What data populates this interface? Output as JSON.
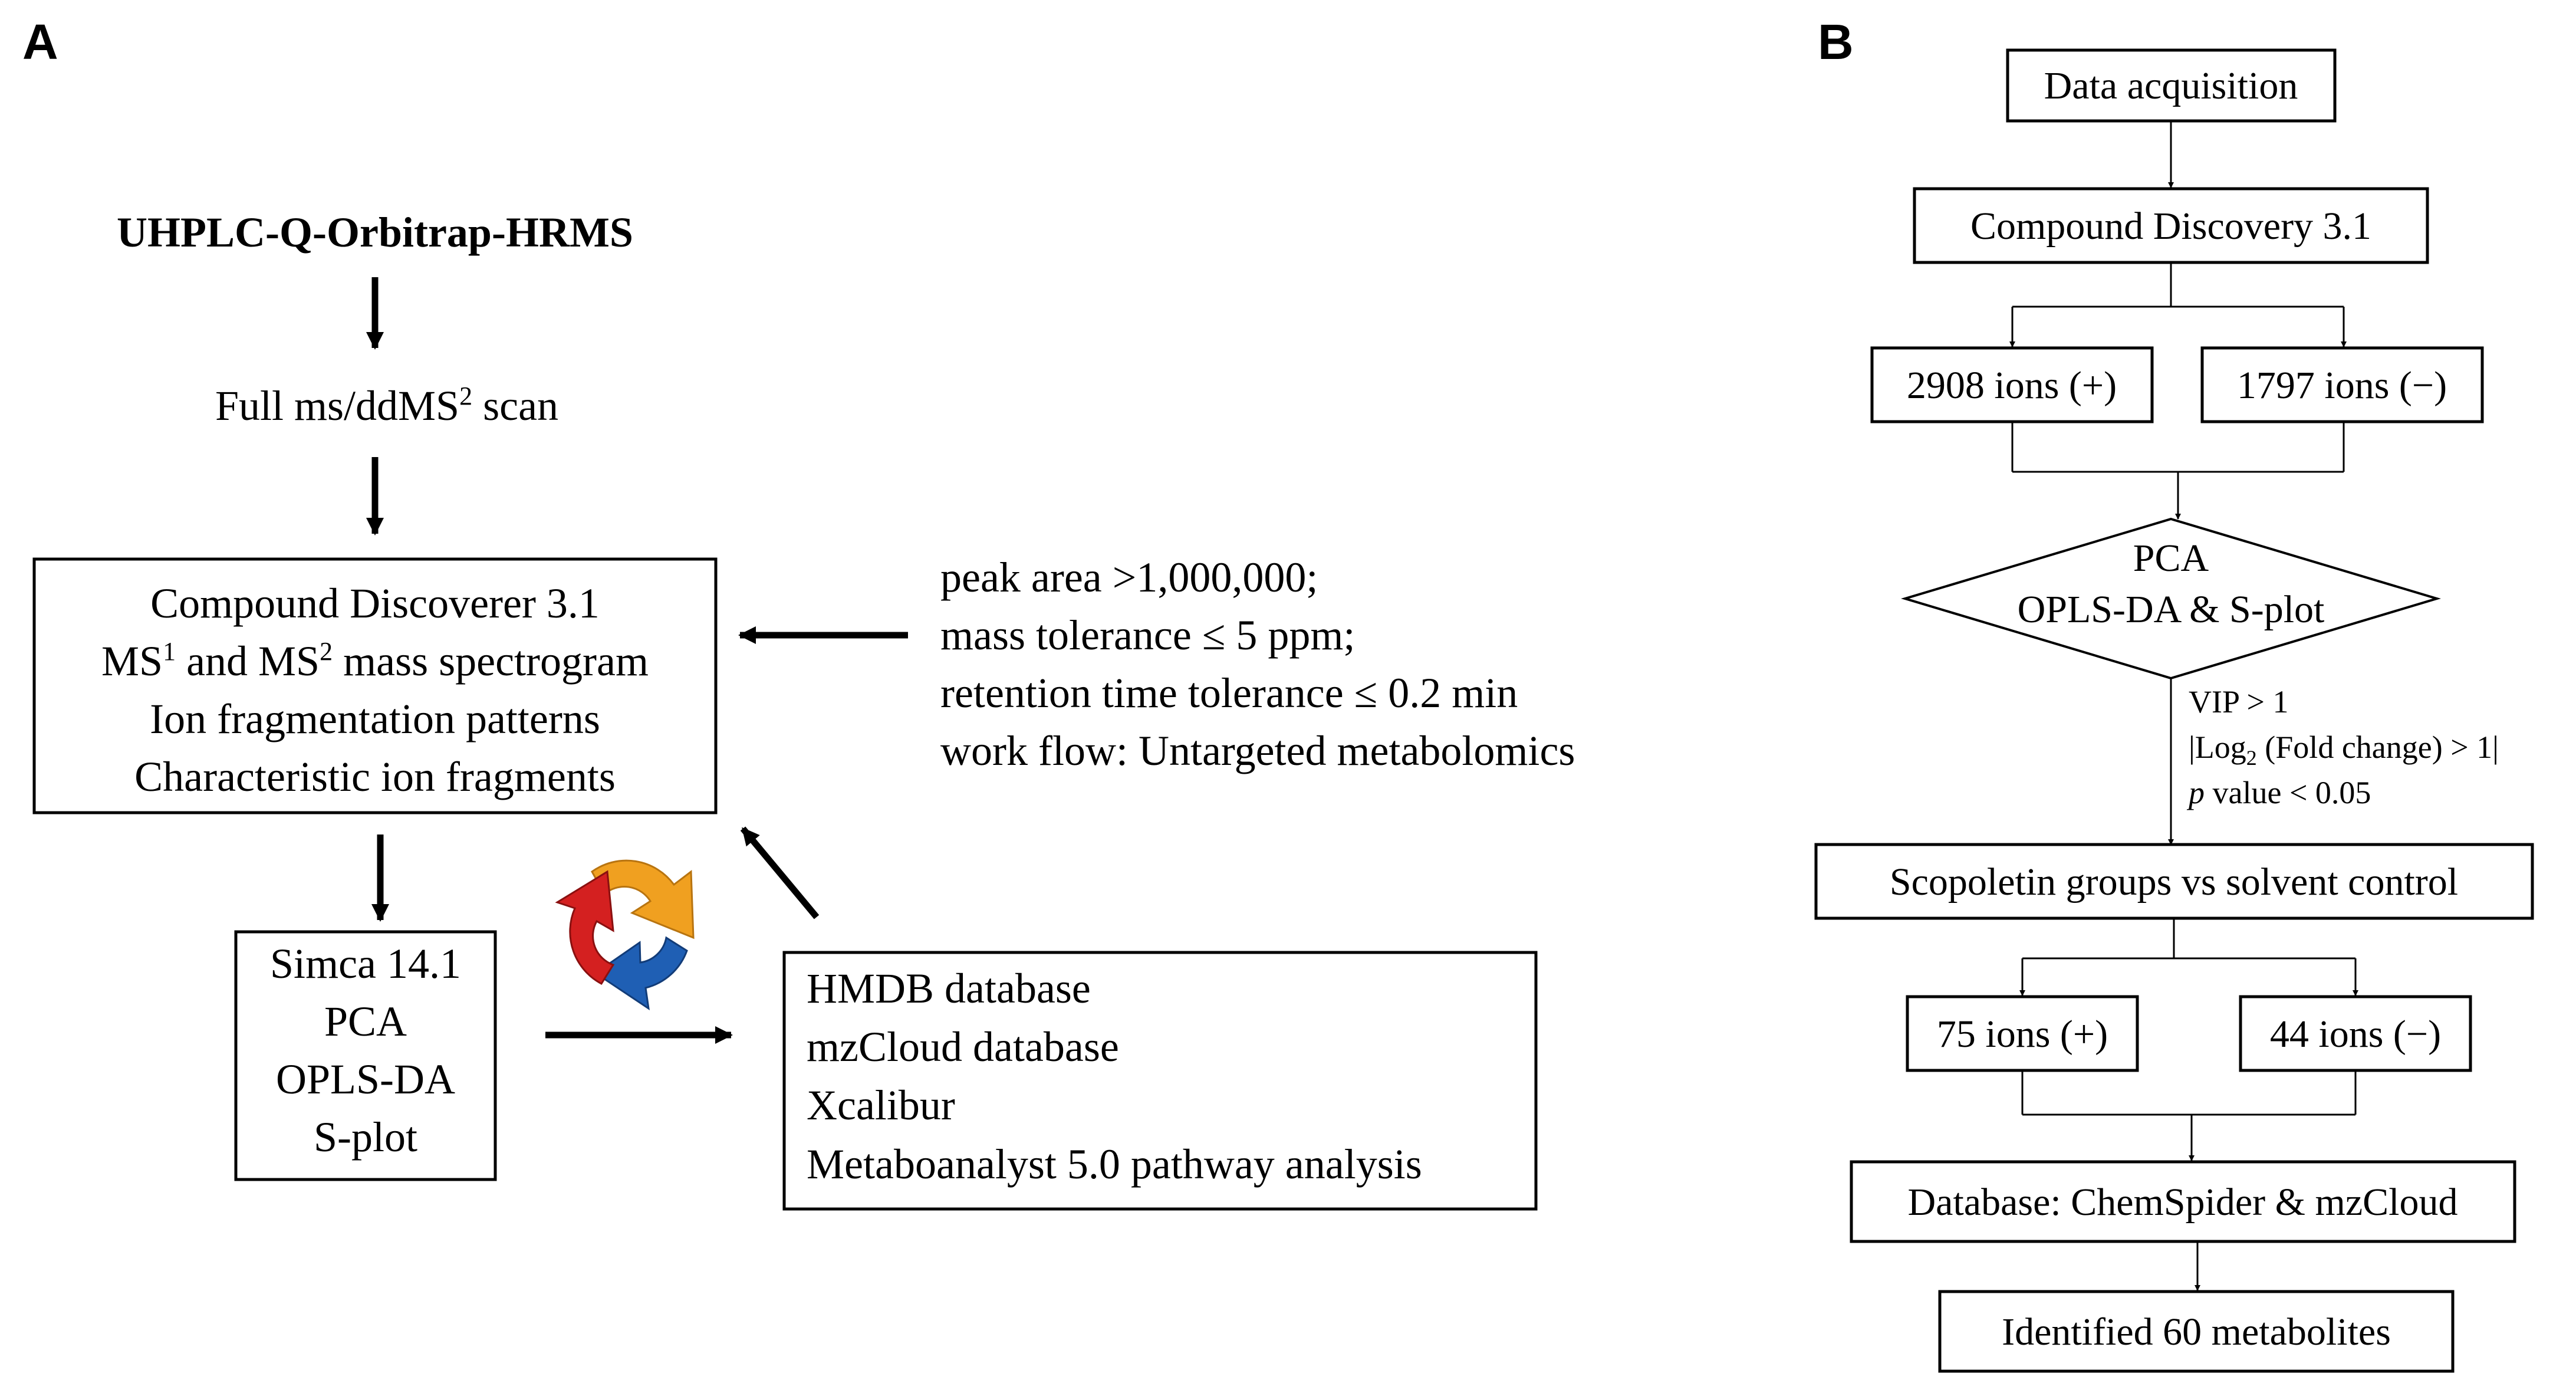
{
  "panel_a": {
    "label": "A",
    "instrument": "UHPLC-Q-Orbitrap-HRMS",
    "scan": {
      "prefix": "Full ms/ddMS",
      "sup": "2",
      "suffix": " scan"
    },
    "discoverer": {
      "line1": "Compound Discoverer 3.1",
      "line2": {
        "a": "MS",
        "sup1": "1",
        "b": " and MS",
        "sup2": "2",
        "c": " mass spectrogram"
      },
      "line3": "Ion fragmentation patterns",
      "line4": "Characteristic ion fragments"
    },
    "parameters": [
      "peak area >1,000,000;",
      "mass tolerance ≤ 5 ppm;",
      "retention time tolerance ≤ 0.2 min",
      "work flow: Untargeted metabolomics"
    ],
    "simca": [
      "Simca 14.1",
      "PCA",
      "OPLS-DA",
      "S-plot"
    ],
    "databases": [
      "HMDB database",
      "mzCloud database",
      "Xcalibur",
      "Metaboanalyst 5.0 pathway analysis"
    ],
    "cycle_icon": "recycle-arrows-icon",
    "colors": {
      "cycle_orange": "#f0a020",
      "cycle_blue": "#1f5fb4",
      "cycle_red": "#d42020"
    }
  },
  "panel_b": {
    "label": "B",
    "acquisition": "Data acquisition",
    "software": "Compound Discovery 3.1",
    "pos_ions": "2908 ions (+)",
    "neg_ions": "1797 ions (−)",
    "pca": "PCA",
    "opls": "OPLS-DA & S-plot",
    "criteria": {
      "vip": "VIP > 1",
      "log_a": "|Log",
      "log_sub": "2",
      "log_b": " (Fold change) > 1|",
      "p_italic": "p",
      "p_rest": " value < 0.05"
    },
    "comparison": "Scopoletin groups vs solvent control",
    "pos_sig": "75 ions (+)",
    "neg_sig": "44 ions (−)",
    "database": "Database: ChemSpider & mzCloud",
    "result": "Identified 60 metabolites"
  }
}
